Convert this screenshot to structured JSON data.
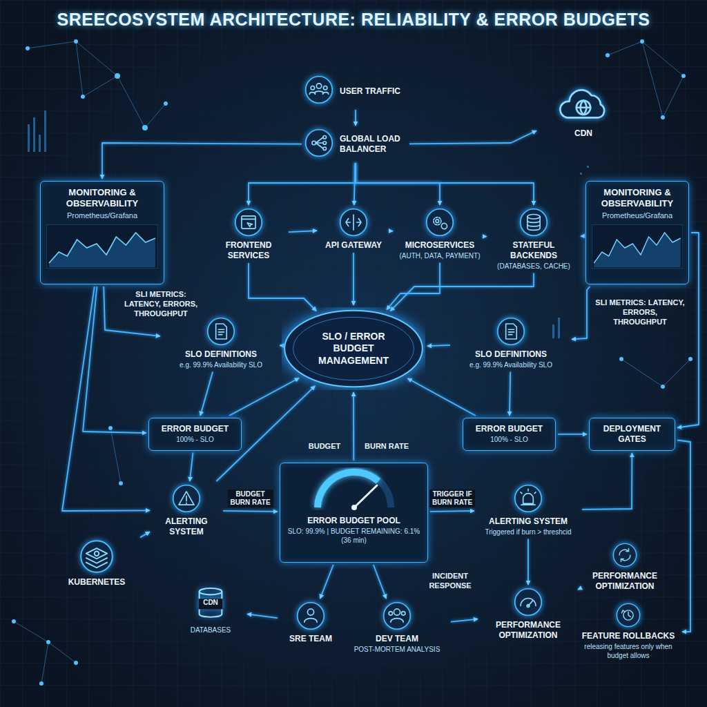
{
  "diagram": {
    "title": "SREECOSYSTEM ARCHITECTURE: RELIABILITY & ERROR BUDGETS",
    "nodes": [
      {
        "text": [
          "USER TRAFFIC"
        ]
      },
      {
        "text": [
          "GLOBAL LOAD BALANCER"
        ]
      },
      {
        "text": [
          "CDN"
        ]
      },
      {
        "text": [
          "MONITORING & OBSERVABILITY",
          "Prometheus/Grafana"
        ]
      },
      {
        "text": [
          "FRONTEND SERVICES"
        ]
      },
      {
        "text": [
          "API GATEWAY"
        ]
      },
      {
        "text": [
          "MICROSERVICES",
          "(AUTH, DATA, PAYMENT)"
        ]
      },
      {
        "text": [
          "STATEFUL BACKENDS",
          "(DATABASES, CACHE)"
        ]
      },
      {
        "text": [
          "MONITORING & OBSERVABILITY",
          "Prometheus/Grafana"
        ]
      },
      {
        "text": [
          "SLO DEFINITIONS",
          "e.g. 99.9% Availability SLO"
        ]
      },
      {
        "text": [
          "SLO / ERROR BUDGET MANAGEMENT"
        ]
      },
      {
        "text": [
          "SLO DEFINITIONS",
          "e.g. 99.9% Availability SLO"
        ]
      },
      {
        "text": [
          "ERROR BUDGET",
          "100% - SLO"
        ]
      },
      {
        "text": [
          "ERROR BUDGET",
          "100% - SLO"
        ]
      },
      {
        "text": [
          "DEPLOYMENT GATES"
        ]
      },
      {
        "text": [
          "ALERTING SYSTEM"
        ]
      },
      {
        "text": [
          "ERROR BUDGET POOL",
          "SLO: 99.9% | BUDGET REMAINING: 6.1% (36 min)"
        ]
      },
      {
        "text": [
          "ALERTING SYSTEM",
          "Triggered if burn > threshcid"
        ]
      },
      {
        "text": [
          "PERFORMANCE OPTIMIZATION"
        ]
      },
      {
        "text": [
          "KUBERNETES"
        ]
      },
      {
        "text": [
          "CDN",
          "DATABASES"
        ]
      },
      {
        "text": [
          "SRE TEAM"
        ]
      },
      {
        "text": [
          "DEV TEAM",
          "POST-MORTEM ANALYSIS"
        ]
      },
      {
        "text": [
          "PERFORMANCE OPTIMIZATION"
        ]
      },
      {
        "text": [
          "FEATURE ROLLBACKS",
          "releasing features only when budget allows"
        ]
      }
    ],
    "edges": [
      {
        "from": 0,
        "to": 1,
        "arrow": "to"
      },
      {
        "from": 1,
        "to": 4,
        "arrow": "to"
      },
      {
        "from": 1,
        "to": 5,
        "arrow": "to"
      },
      {
        "from": 1,
        "to": 6,
        "arrow": "to"
      },
      {
        "from": 1,
        "to": 7,
        "arrow": "to"
      },
      {
        "from": 1,
        "to": 3,
        "arrow": "to"
      },
      {
        "from": 1,
        "to": 2,
        "arrow": "to"
      },
      {
        "from": 4,
        "to": 5,
        "arrow": "to"
      },
      {
        "from": 5,
        "to": 6,
        "arrow": "to"
      },
      {
        "from": 6,
        "to": 7,
        "arrow": "to"
      },
      {
        "from": 8,
        "to": 7,
        "arrow": "to"
      },
      {
        "from": 4,
        "to": 10,
        "arrow": "to"
      },
      {
        "from": 5,
        "to": 10,
        "arrow": "to"
      },
      {
        "from": 6,
        "to": 10,
        "arrow": "to"
      },
      {
        "from": 7,
        "to": 10,
        "arrow": "to"
      },
      {
        "from": 3,
        "to": 9,
        "arrow": "to"
      },
      {
        "from": 3,
        "to": 12,
        "arrow": "to"
      },
      {
        "from": 3,
        "to": 15,
        "arrow": "to"
      },
      {
        "from": 9,
        "to": 10,
        "arrow": "to"
      },
      {
        "from": 11,
        "to": 10,
        "arrow": "to"
      },
      {
        "from": 9,
        "to": 12,
        "arrow": "to"
      },
      {
        "from": 11,
        "to": 13,
        "arrow": "to"
      },
      {
        "from": 12,
        "to": 10,
        "arrow": "to"
      },
      {
        "from": 13,
        "to": 10,
        "arrow": "to"
      },
      {
        "from": 12,
        "to": 15,
        "arrow": "to"
      },
      {
        "from": 15,
        "to": 10,
        "arrow": "to"
      },
      {
        "from": 15,
        "to": 16,
        "label": "BUDGET BURN RATE",
        "arrow": "to"
      },
      {
        "from": 16,
        "to": 10,
        "arrow": "to"
      },
      {
        "from": 16,
        "to": 17,
        "label": "TRIGGER IF BURN RATE",
        "arrow": "to"
      },
      {
        "from": 16,
        "to": 21,
        "arrow": "to"
      },
      {
        "from": 16,
        "to": 22,
        "arrow": "to"
      },
      {
        "from": 21,
        "to": 20,
        "arrow": "to"
      },
      {
        "from": 19,
        "to": 15,
        "arrow": "to"
      },
      {
        "from": 22,
        "to": 23,
        "arrow": "to"
      },
      {
        "from": 17,
        "to": 14,
        "arrow": "to"
      },
      {
        "from": 13,
        "to": 14,
        "arrow": "to"
      },
      {
        "from": 8,
        "to": 14,
        "arrow": "to"
      },
      {
        "from": 8,
        "to": 11,
        "arrow": "to"
      },
      {
        "from": 17,
        "to": 23,
        "arrow": "to"
      },
      {
        "from": 23,
        "to": 18,
        "arrow": "to"
      },
      {
        "from": 14,
        "to": 24,
        "arrow": "to"
      }
    ],
    "labels": [
      "SLI METRICS: LATENCY, ERRORS, THROUGHPUT",
      "SLI METRICS: LATENCY, ERRORS, THROUGHPUT",
      "BUDGET",
      "BURN RATE",
      "INCIDENT RESPONSE"
    ]
  }
}
